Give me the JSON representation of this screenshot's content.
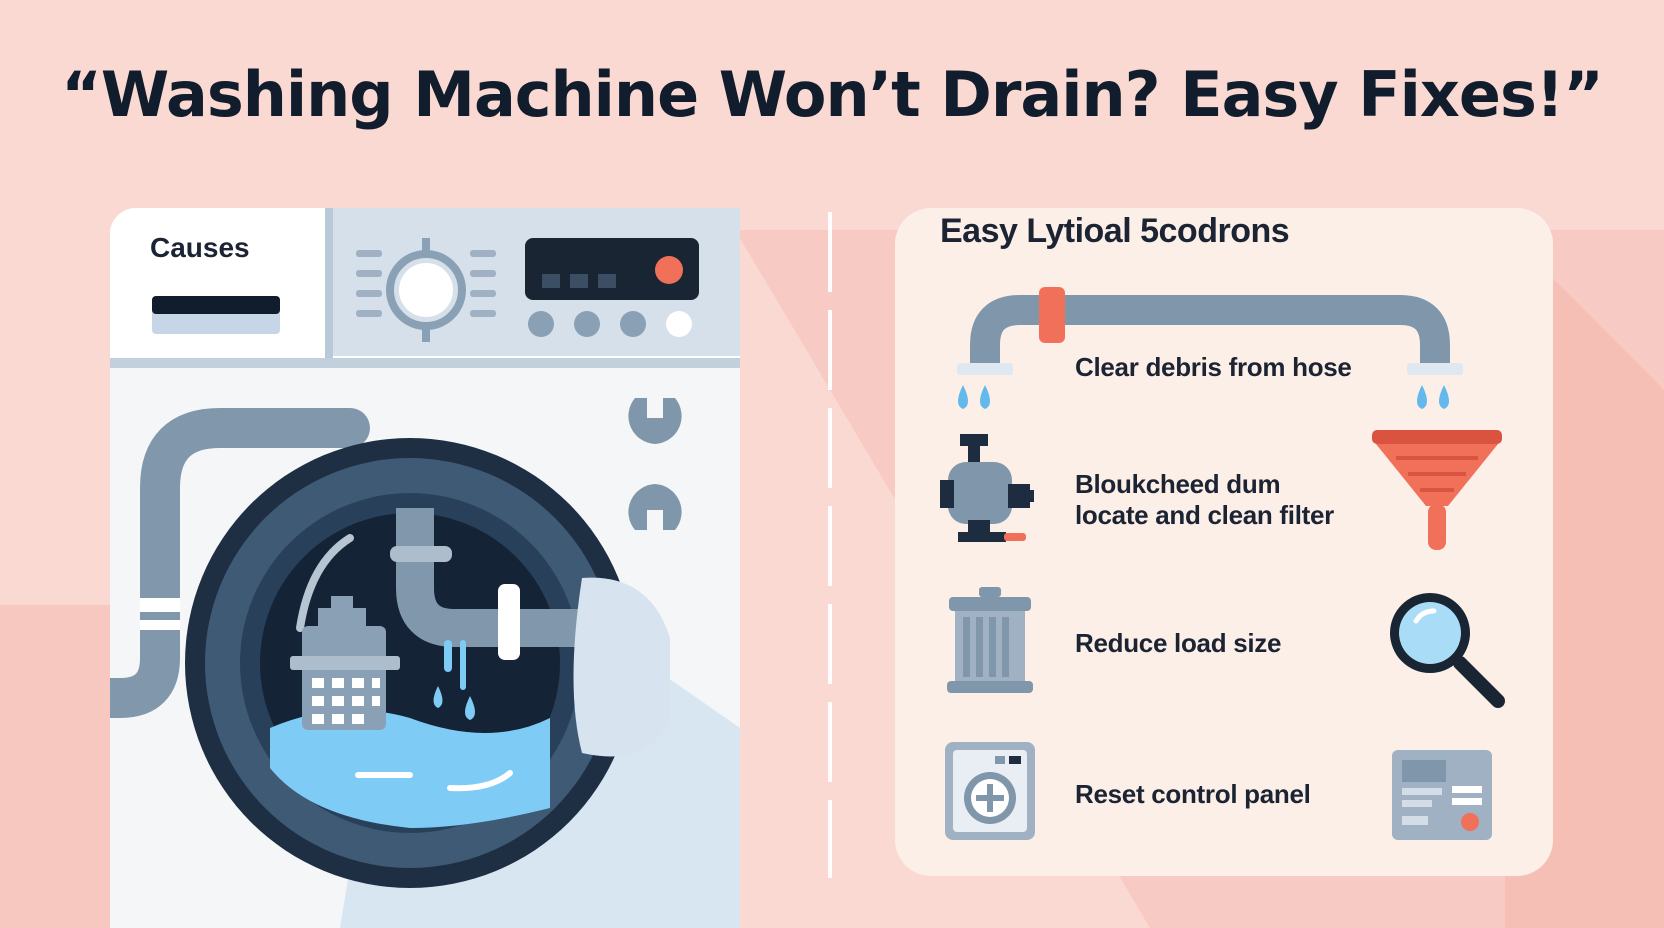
{
  "title": "“Washing Machine Won’t Drain? Easy Fixes!”",
  "machine": {
    "label": "Causes",
    "icons": [
      "dial-icon",
      "display-icon",
      "wrench-icon",
      "drain-pipe-icon",
      "filter-icon",
      "water-drops-icon"
    ]
  },
  "panel": {
    "title": "Easy Lytioal 5codrons",
    "tips": [
      {
        "lines": [
          "Clear debris from hose"
        ],
        "icon": "hose-pipe-icon"
      },
      {
        "lines": [
          "Bloukcheed dum",
          "locate and clean filter"
        ],
        "icon": "pump-icon",
        "side_icon": "funnel-icon"
      },
      {
        "lines": [
          "Reduce load size"
        ],
        "icon": "trash-bin-icon",
        "side_icon": "magnifier-icon"
      },
      {
        "lines": [
          "Reset control panel"
        ],
        "icon": "washer-reset-icon",
        "side_icon": "control-card-icon"
      }
    ]
  },
  "colors": {
    "background": "#f9d9d2",
    "accent": "#f0705a",
    "steel": "#7f96ab",
    "navy": "#1e2c3f",
    "water": "#7ecbf5",
    "panel": "#fcefe7"
  }
}
